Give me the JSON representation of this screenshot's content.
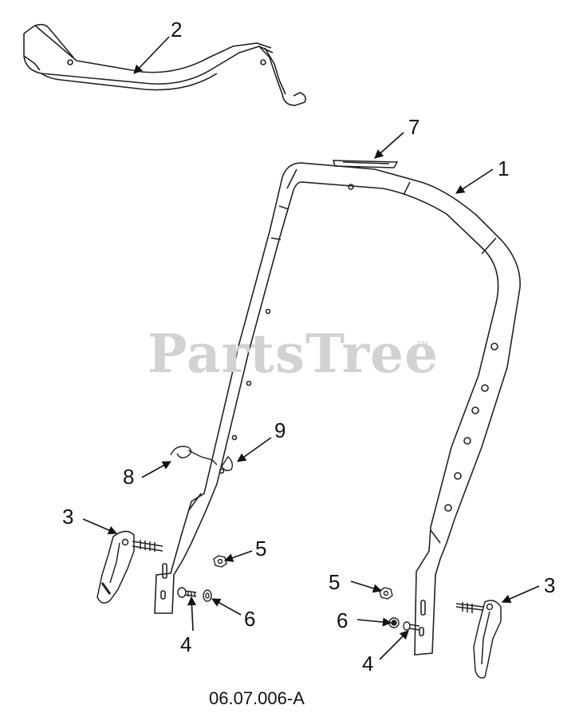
{
  "watermark": {
    "text": "PartsTree",
    "mark": "TM"
  },
  "drawing_code": "06.07.006-A",
  "callouts": [
    {
      "id": "c2",
      "label": "2"
    },
    {
      "id": "c7",
      "label": "7"
    },
    {
      "id": "c1",
      "label": "1"
    },
    {
      "id": "c9",
      "label": "9"
    },
    {
      "id": "c8",
      "label": "8"
    },
    {
      "id": "c3-left",
      "label": "3"
    },
    {
      "id": "c5-left",
      "label": "5"
    },
    {
      "id": "c6-left",
      "label": "6"
    },
    {
      "id": "c4-left",
      "label": "4"
    },
    {
      "id": "c5-right",
      "label": "5"
    },
    {
      "id": "c3-right",
      "label": "3"
    },
    {
      "id": "c6-right",
      "label": "6"
    },
    {
      "id": "c4-right",
      "label": "4"
    }
  ]
}
